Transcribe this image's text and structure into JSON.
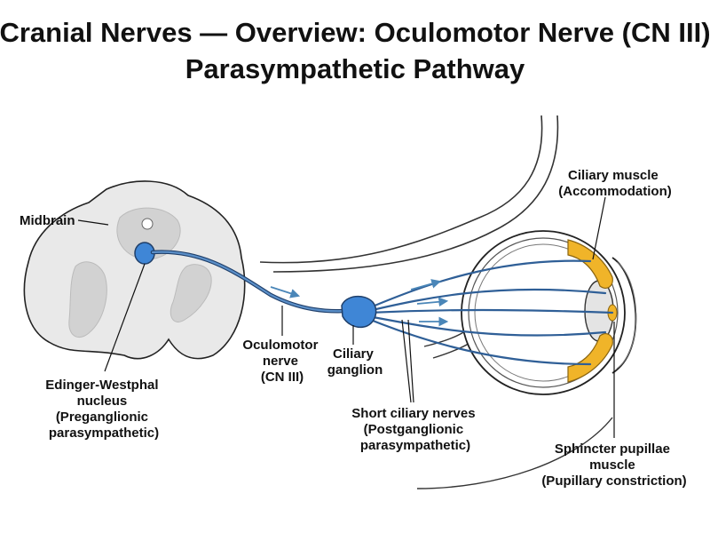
{
  "title": {
    "line1": "Cranial Nerves — Overview: Oculomotor Nerve (CN III)",
    "line2": "Parasympathetic Pathway"
  },
  "labels": {
    "midbrain": "Midbrain",
    "edinger_westphal": [
      "Edinger-Westphal",
      "nucleus",
      "(Preganglionic",
      "parasympathetic)"
    ],
    "oculomotor_nerve": [
      "Oculomotor",
      "nerve",
      "(CN III)"
    ],
    "ciliary_ganglion": [
      "Ciliary",
      "ganglion"
    ],
    "short_ciliary_nerves": [
      "Short ciliary nerves",
      "(Postganglionic",
      "parasympathetic)"
    ],
    "ciliary_muscle": [
      "Ciliary muscle",
      "(Accommodation)"
    ],
    "sphincter_pupillae": [
      "Sphincter pupillae",
      "muscle",
      "(Pupillary constriction)"
    ]
  },
  "colors": {
    "nerve": "#2f5f97",
    "nucleus": "#3f86d6",
    "muscle": "#f0b429",
    "tissue": "#e9e9e9",
    "tissue_dark": "#d2d2d2",
    "arrow": "#4a86b8"
  }
}
